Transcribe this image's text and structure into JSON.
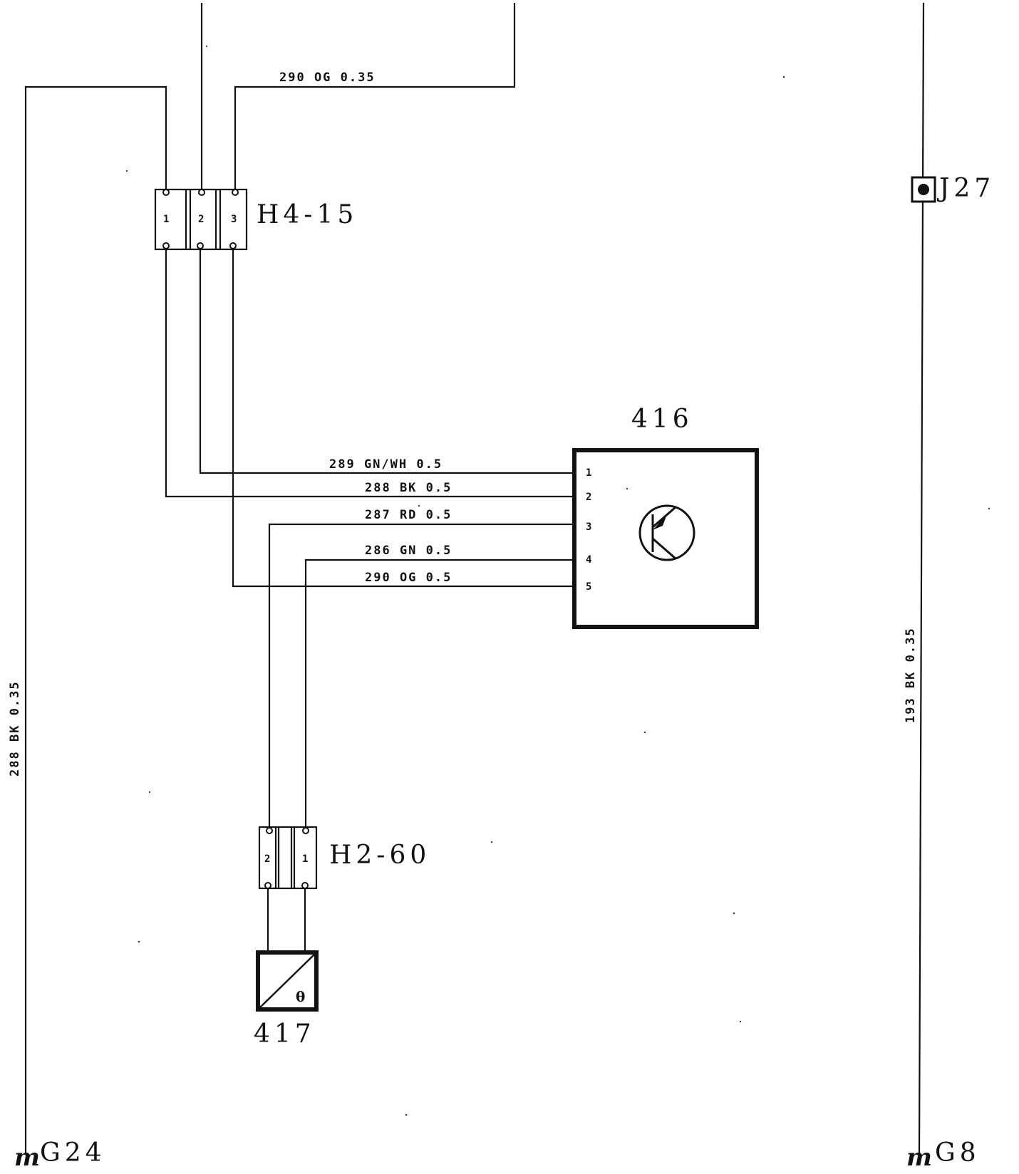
{
  "wires": {
    "top_h4_3": "290   OG  0.35",
    "w1": "289  GN/WH  0.5",
    "w2": "288   BK   0.5",
    "w3": "287   RD   0.5",
    "w4": "286   GN   0.5",
    "w5": "290   OG   0.5",
    "left_vertical": "288  BK  0.35",
    "right_vertical": "193  BK  0.35"
  },
  "connectors": {
    "h4": {
      "label": "H4-15",
      "pins": [
        "1",
        "2",
        "3"
      ]
    },
    "h2": {
      "label": "H2-60",
      "pins": [
        "2",
        "1"
      ]
    }
  },
  "components": {
    "c416": {
      "label": "416",
      "pins": [
        "1",
        "2",
        "3",
        "4",
        "5"
      ]
    },
    "c417": {
      "label": "417",
      "symbol": "θ"
    }
  },
  "grounds": {
    "left": {
      "symbol": "m",
      "label": "G24"
    },
    "right": {
      "symbol": "m",
      "label": "G8"
    }
  },
  "junction": {
    "label": "J27"
  }
}
